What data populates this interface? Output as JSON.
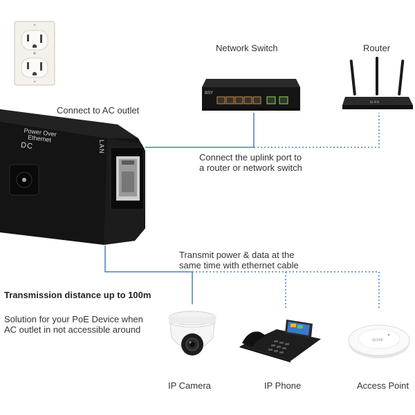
{
  "labels": {
    "ac_outlet": "Connect to AC outlet",
    "network_switch": "Network Switch",
    "router": "Router",
    "uplink_line1": "Connect the uplink port to",
    "uplink_line2": "a router or network switch",
    "transmit_line1": "Transmit power & data at the",
    "transmit_line2": "same time with ethernet cable",
    "distance": "Transmission distance up to 100m",
    "solution_line1": "Solution for your PoE Device when",
    "solution_line2": "AC outlet in not accessible around",
    "ip_camera": "IP Camera",
    "ip_phone": "IP Phone",
    "access_point": "Access Point"
  },
  "injector": {
    "text_line1": "Power Over",
    "text_line2": "Ethernet",
    "dc_label": "DC",
    "lan_label": "LAN"
  },
  "colors": {
    "solid_line": "#4a7dc0",
    "dotted_line": "#4a7dc0",
    "device_dark": "#161616",
    "accent_green": "#7ac142",
    "accent_orange": "#e07b2a"
  },
  "icons": [
    "wall-outlet-icon",
    "network-switch-icon",
    "router-icon",
    "poe-injector-icon",
    "ip-camera-icon",
    "ip-phone-icon",
    "access-point-icon"
  ]
}
